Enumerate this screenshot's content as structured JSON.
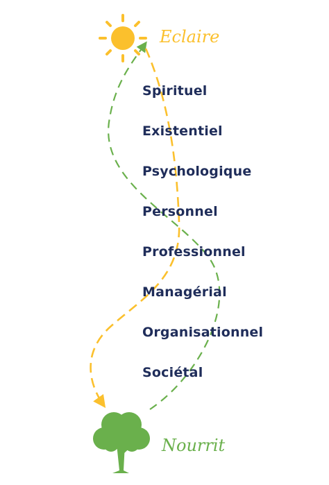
{
  "top_label": "Eclaire",
  "bottom_label": "Nourrit",
  "levels": [
    "Spirituel",
    "Existentiel",
    "Psychologique",
    "Personnel",
    "Professionnel",
    "Managérial",
    "Organisationnel",
    "Sociétal"
  ],
  "icons": {
    "top": "sun-icon",
    "bottom": "tree-icon"
  },
  "colors": {
    "sun": "#fbc02d",
    "tree": "#6ab04c",
    "text": "#1f2d5a",
    "downward_arrow": "#fbc02d",
    "upward_arrow": "#6ab04c"
  }
}
